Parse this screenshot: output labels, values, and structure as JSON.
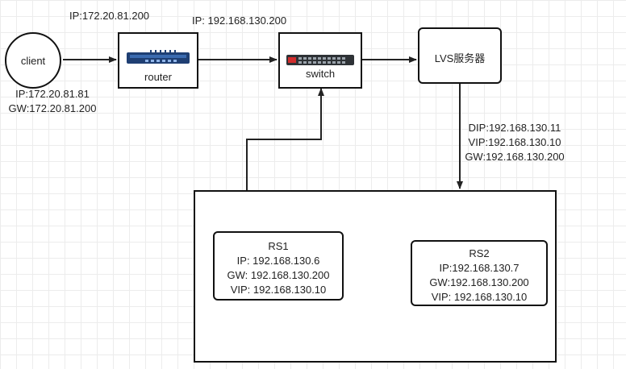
{
  "client": {
    "label": "client",
    "ip": "IP:172.20.81.81",
    "gw": "GW:172.20.81.200"
  },
  "router": {
    "label": "router",
    "ip_above": "IP:172.20.81.200",
    "icon": "router-icon"
  },
  "switch": {
    "label": "switch",
    "ip_above": "IP:  192.168.130.200",
    "icon": "switch-icon"
  },
  "lvs": {
    "label": "LVS服务器",
    "dip": "DIP:192.168.130.11",
    "vip": "VIP:192.168.130.10",
    "gw": "GW:192.168.130.200"
  },
  "rs1": {
    "title": "RS1",
    "ip": "IP:  192.168.130.6",
    "gw": "GW:  192.168.130.200",
    "vip": "VIP:  192.168.130.10"
  },
  "rs2": {
    "title": "RS2",
    "ip": "IP:192.168.130.7",
    "gw": "GW:192.168.130.200",
    "vip": "VIP:  192.168.130.10"
  },
  "colors": {
    "line": "#222222",
    "device_blue": "#1f3f73",
    "device_dark": "#2e3236",
    "switch_red": "#d22d2d"
  }
}
